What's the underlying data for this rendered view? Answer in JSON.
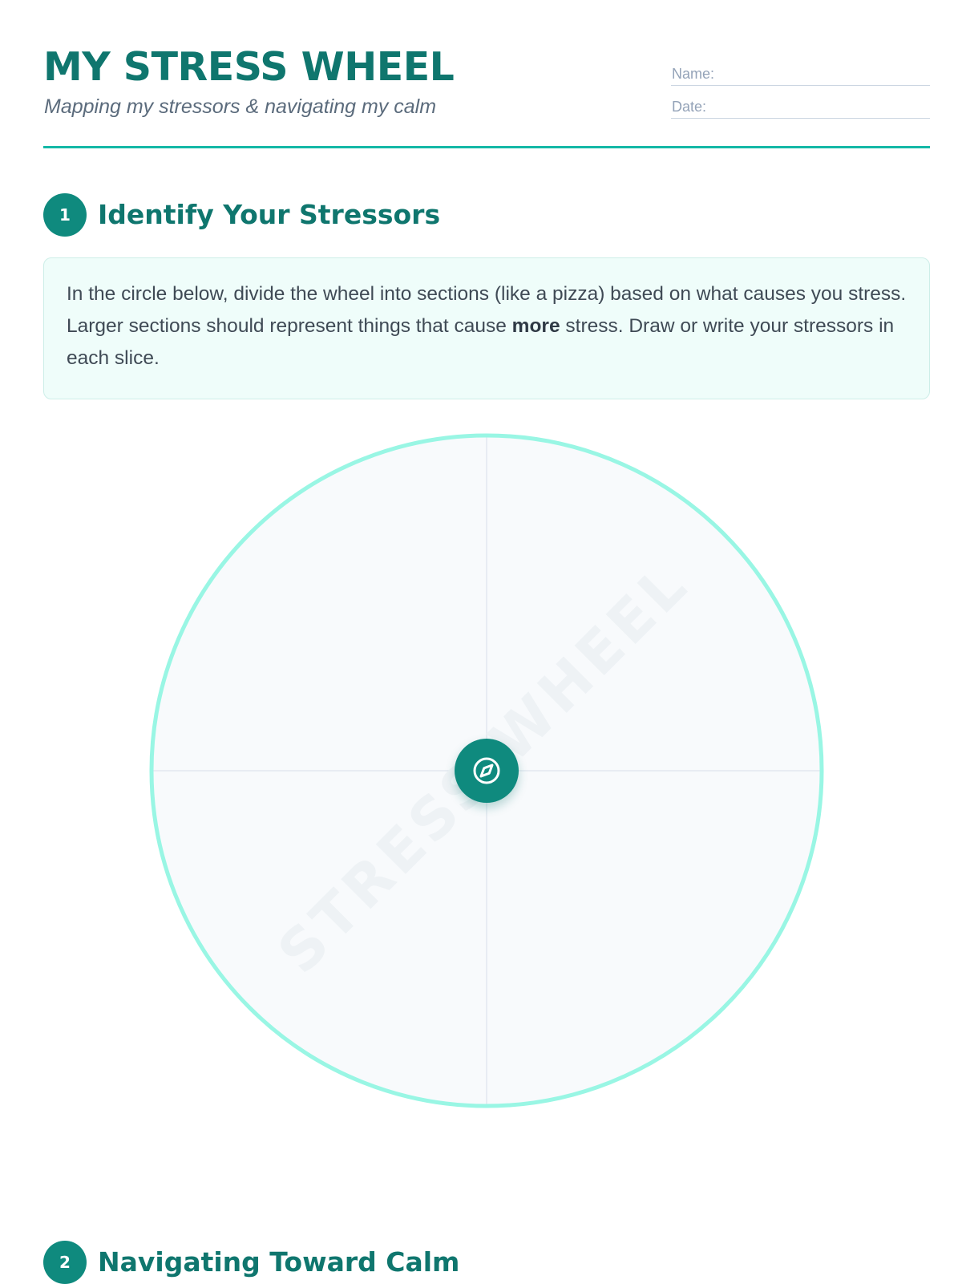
{
  "header": {
    "title": "MY STRESS WHEEL",
    "subtitle": "Mapping my stressors & navigating my calm",
    "name_label": "Name:",
    "date_label": "Date:"
  },
  "sections": [
    {
      "number": "1",
      "title": "Identify Your Stressors"
    },
    {
      "number": "2",
      "title": "Navigating Toward Calm"
    }
  ],
  "instructions": {
    "before": "In the circle below, divide the wheel into sections (like a pizza) based on what causes you stress. Larger sections should represent things that cause ",
    "emphasis": "more",
    "after": " stress. Draw or write your stressors in each slice."
  },
  "wheel": {
    "watermark": "STRESS WHEEL",
    "center_icon": "compass-icon"
  },
  "colors": {
    "accent": "#0f8a7e",
    "heading": "#0f766e",
    "rule": "#14b8a6",
    "wheel_ring": "#99f6e4",
    "wheel_fill": "#f8fafc",
    "info_box": "#effdfa"
  }
}
